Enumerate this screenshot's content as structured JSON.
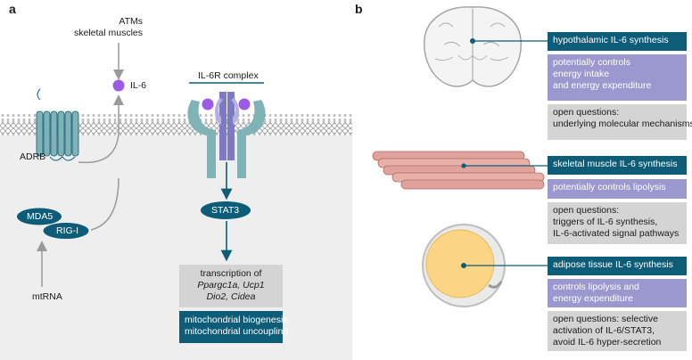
{
  "panel_a": {
    "letter": "a",
    "source_label_1": "ATMs",
    "source_label_2": "skeletal muscles",
    "il6_label": "IL-6",
    "receptor_complex_label": "IL-6R complex",
    "adrb_label": "ADRB",
    "mda5_label": "MDA5",
    "rigi_label": "RIG-I",
    "mtrna_label": "mtRNA",
    "stat3_label": "STAT3",
    "transcription": {
      "line1": "transcription of",
      "line2": "Ppargc1a, Ucp1",
      "line3": "Dio2, Cidea"
    },
    "outcome": {
      "line1": "mitochondrial biogenesis",
      "line2": "mitochondrial uncoupling"
    }
  },
  "panel_b": {
    "letter": "b",
    "hypothalamus": {
      "title": "hypothalamic IL-6 synthesis",
      "function_lines": [
        "potentially controls",
        "energy intake",
        "and energy expenditure"
      ],
      "question_lines": [
        "open questions:",
        "underlying molecular mechanisms"
      ]
    },
    "skeletal_muscle": {
      "title": "skeletal muscle IL-6 synthesis",
      "function_lines": [
        "potentially controls lipolysis"
      ],
      "question_lines": [
        "open questions:",
        "triggers of IL-6 synthesis,",
        "IL-6-activated signal pathways"
      ]
    },
    "adipose": {
      "title": "adipose tissue IL-6 synthesis",
      "function_lines": [
        "controls lipolysis and",
        "energy expenditure"
      ],
      "question_lines": [
        "open questions: selective",
        "activation of IL-6/STAT3,",
        "avoid IL-6 hyper-secretion"
      ]
    }
  },
  "colors": {
    "teal": "#0d5c78",
    "lavender": "#9b97cf",
    "light_grey": "#d4d4d4",
    "cell_bg": "#eeeeee",
    "il6_purple": "#9b5be6",
    "adrb_teal": "#7fb3b5",
    "receptor_purple": "#7e79c4",
    "muscle_red": "#e0a39b",
    "adipocyte_yellow": "#fbd585"
  }
}
